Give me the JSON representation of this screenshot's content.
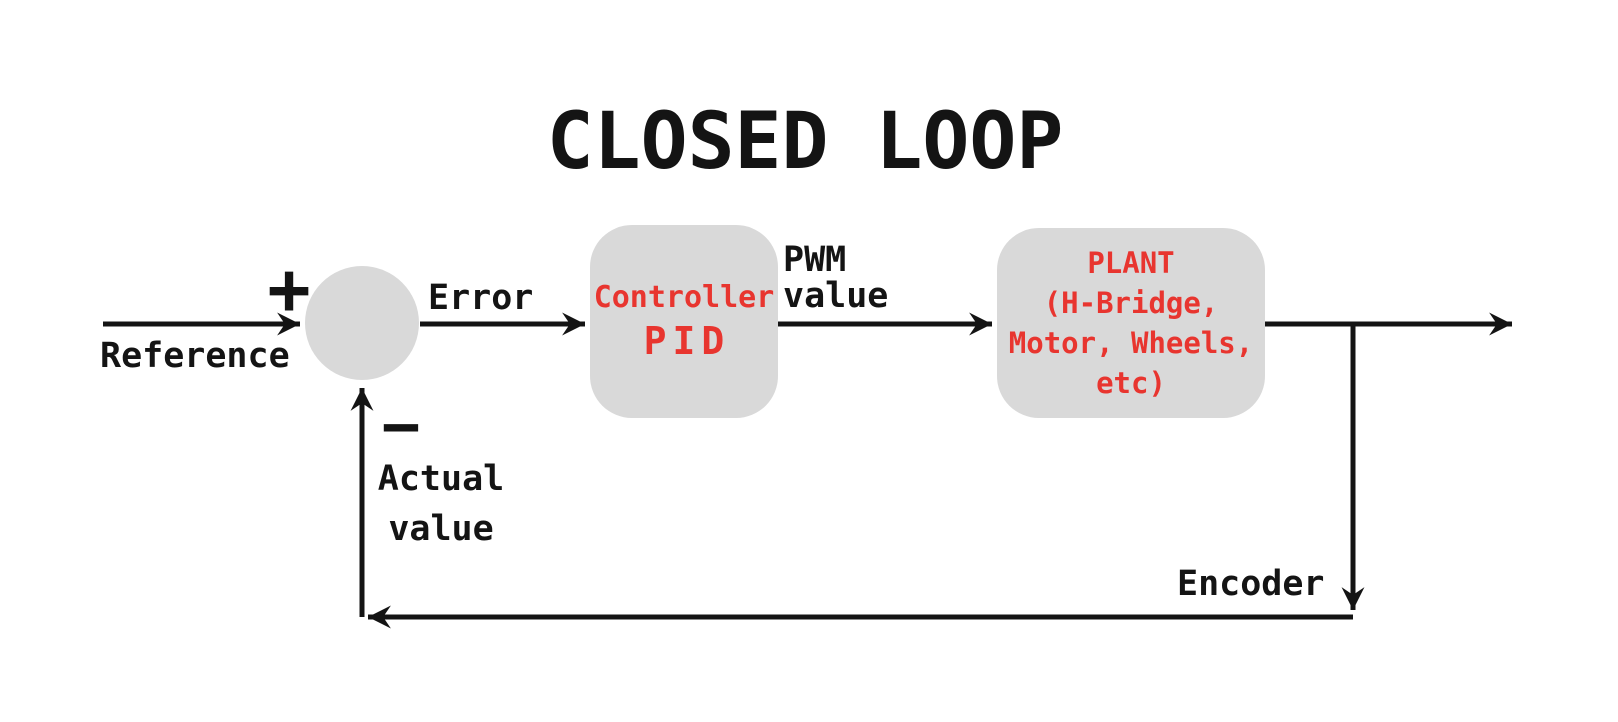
{
  "title": "CLOSED LOOP",
  "colors": {
    "block_fill": "#d9d9d9",
    "accent_red": "#e8352f",
    "line": "#141414",
    "background": "#ffffff"
  },
  "summing_junction": {
    "plus": "+",
    "minus": "−"
  },
  "signals": {
    "reference": "Reference",
    "error": "Error",
    "pwm_line1": "PWM",
    "pwm_line2": "value",
    "actual_line1": "Actual",
    "actual_line2": "value",
    "encoder": "Encoder"
  },
  "blocks": {
    "controller": {
      "title": "Controller",
      "subtitle": "PID"
    },
    "plant": {
      "line1": "PLANT",
      "line2": "(H-Bridge,",
      "line3": "Motor, Wheels,",
      "line4": "etc)"
    }
  }
}
